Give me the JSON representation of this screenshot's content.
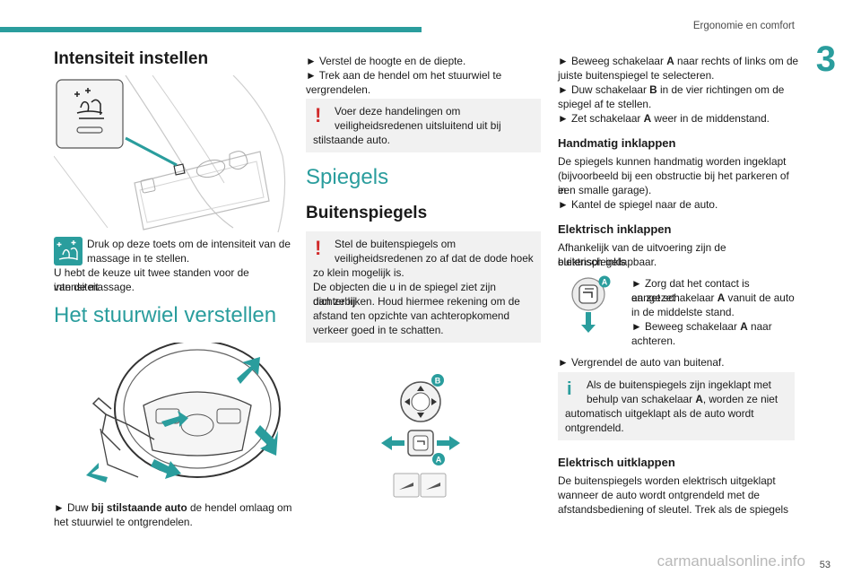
{
  "header": {
    "section_title": "Ergonomie en comfort",
    "chapter_number": "3"
  },
  "col1": {
    "heading": "Intensiteit instellen",
    "massage_text_1": "Druk op deze toets om de intensiteit van de",
    "massage_text_2": "massage in te stellen.",
    "massage_text_3": "U hebt de keuze uit twee standen voor de intensiteit",
    "massage_text_4": "van de massage.",
    "section_heading": "Het stuurwiel verstellen",
    "step_1_prefix": "►  Duw ",
    "step_1_bold": "bij stilstaande auto",
    "step_1_suffix": " de hendel omlaag om",
    "step_1_line2": "het stuurwiel te ontgrendelen."
  },
  "col2": {
    "step_2": "►  Verstel de hoogte en de diepte.",
    "step_3_line1": "►  Trek aan de hendel om het stuurwiel te",
    "step_3_line2": "vergrendelen.",
    "warning_1_line1": "Voer deze handelingen om",
    "warning_1_line2": "veiligheidsredenen uitsluitend uit bij",
    "warning_1_line3": "stilstaande auto.",
    "section_heading": "Spiegels",
    "subheading": "Buitenspiegels",
    "warning_2_line1": "Stel de buitenspiegels om",
    "warning_2_line2": "veiligheidsredenen zo af dat de dode hoek",
    "warning_2_line3": "zo klein mogelijk is.",
    "warning_2_line4": "De objecten die u in de spiegel ziet zijn dichterbij",
    "warning_2_line5": "dan ze lijken. Houd hiermee rekening om de",
    "warning_2_line6": "afstand ten opzichte van achteropkomend",
    "warning_2_line7": "verkeer goed in te schatten.",
    "label_b": "B",
    "label_a": "A"
  },
  "col3": {
    "step_1_line1_pre": "►  Beweeg schakelaar ",
    "step_1_line1_bold": "A",
    "step_1_line1_post": " naar rechts of links om de",
    "step_1_line2": "juiste buitenspiegel te selecteren.",
    "step_2_line1_pre": "►  Duw schakelaar ",
    "step_2_line1_bold": "B",
    "step_2_line1_post": " in de vier richtingen om de",
    "step_2_line2": "spiegel af te stellen.",
    "step_3_pre": "►  Zet schakelaar ",
    "step_3_bold": "A",
    "step_3_post": " weer in de middenstand.",
    "h_manual": "Handmatig inklappen",
    "manual_1": "De spiegels kunnen handmatig worden ingeklapt",
    "manual_2": "(bijvoorbeeld bij een obstructie bij het parkeren of in",
    "manual_3": "een smalle garage).",
    "manual_4": "►  Kantel de spiegel naar de auto.",
    "h_electric_fold": "Elektrisch inklappen",
    "efold_1": "Afhankelijk van de uitvoering zijn de buitenspiegels",
    "efold_2": "elektrisch inklapbaar.",
    "efold_step_1": "►  Zorg dat het contact is aangezet",
    "efold_step_2_pre": "en zet schakelaar ",
    "efold_step_2_bold": "A",
    "efold_step_2_post": " vanuit de auto",
    "efold_step_3": "in de middelste stand.",
    "efold_step_4_pre": "►  Beweeg schakelaar ",
    "efold_step_4_bold": "A",
    "efold_step_4_post": " naar",
    "efold_step_5": "achteren.",
    "efold_lock": "►  Vergrendel de auto van buitenaf.",
    "info_line1": "Als de buitenspiegels zijn ingeklapt met",
    "info_line2_pre": "behulp van schakelaar ",
    "info_line2_bold": "A",
    "info_line2_post": ", worden ze niet",
    "info_line3": "automatisch uitgeklapt als de auto wordt",
    "info_line4": "ontgrendeld.",
    "h_electric_unfold": "Elektrisch uitklappen",
    "unfold_1": "De buitenspiegels worden elektrisch uitgeklapt",
    "unfold_2": "wanneer de auto wordt ontgrendeld met de",
    "unfold_3": "afstandsbediening of sleutel. Trek als de spiegels",
    "label_a": "A"
  },
  "footer": {
    "page_number": "53",
    "watermark": "carmanualsonline.info"
  },
  "colors": {
    "accent": "#2a9d9d",
    "warning": "#d12b2b",
    "notice_bg": "#f1f1f1"
  }
}
